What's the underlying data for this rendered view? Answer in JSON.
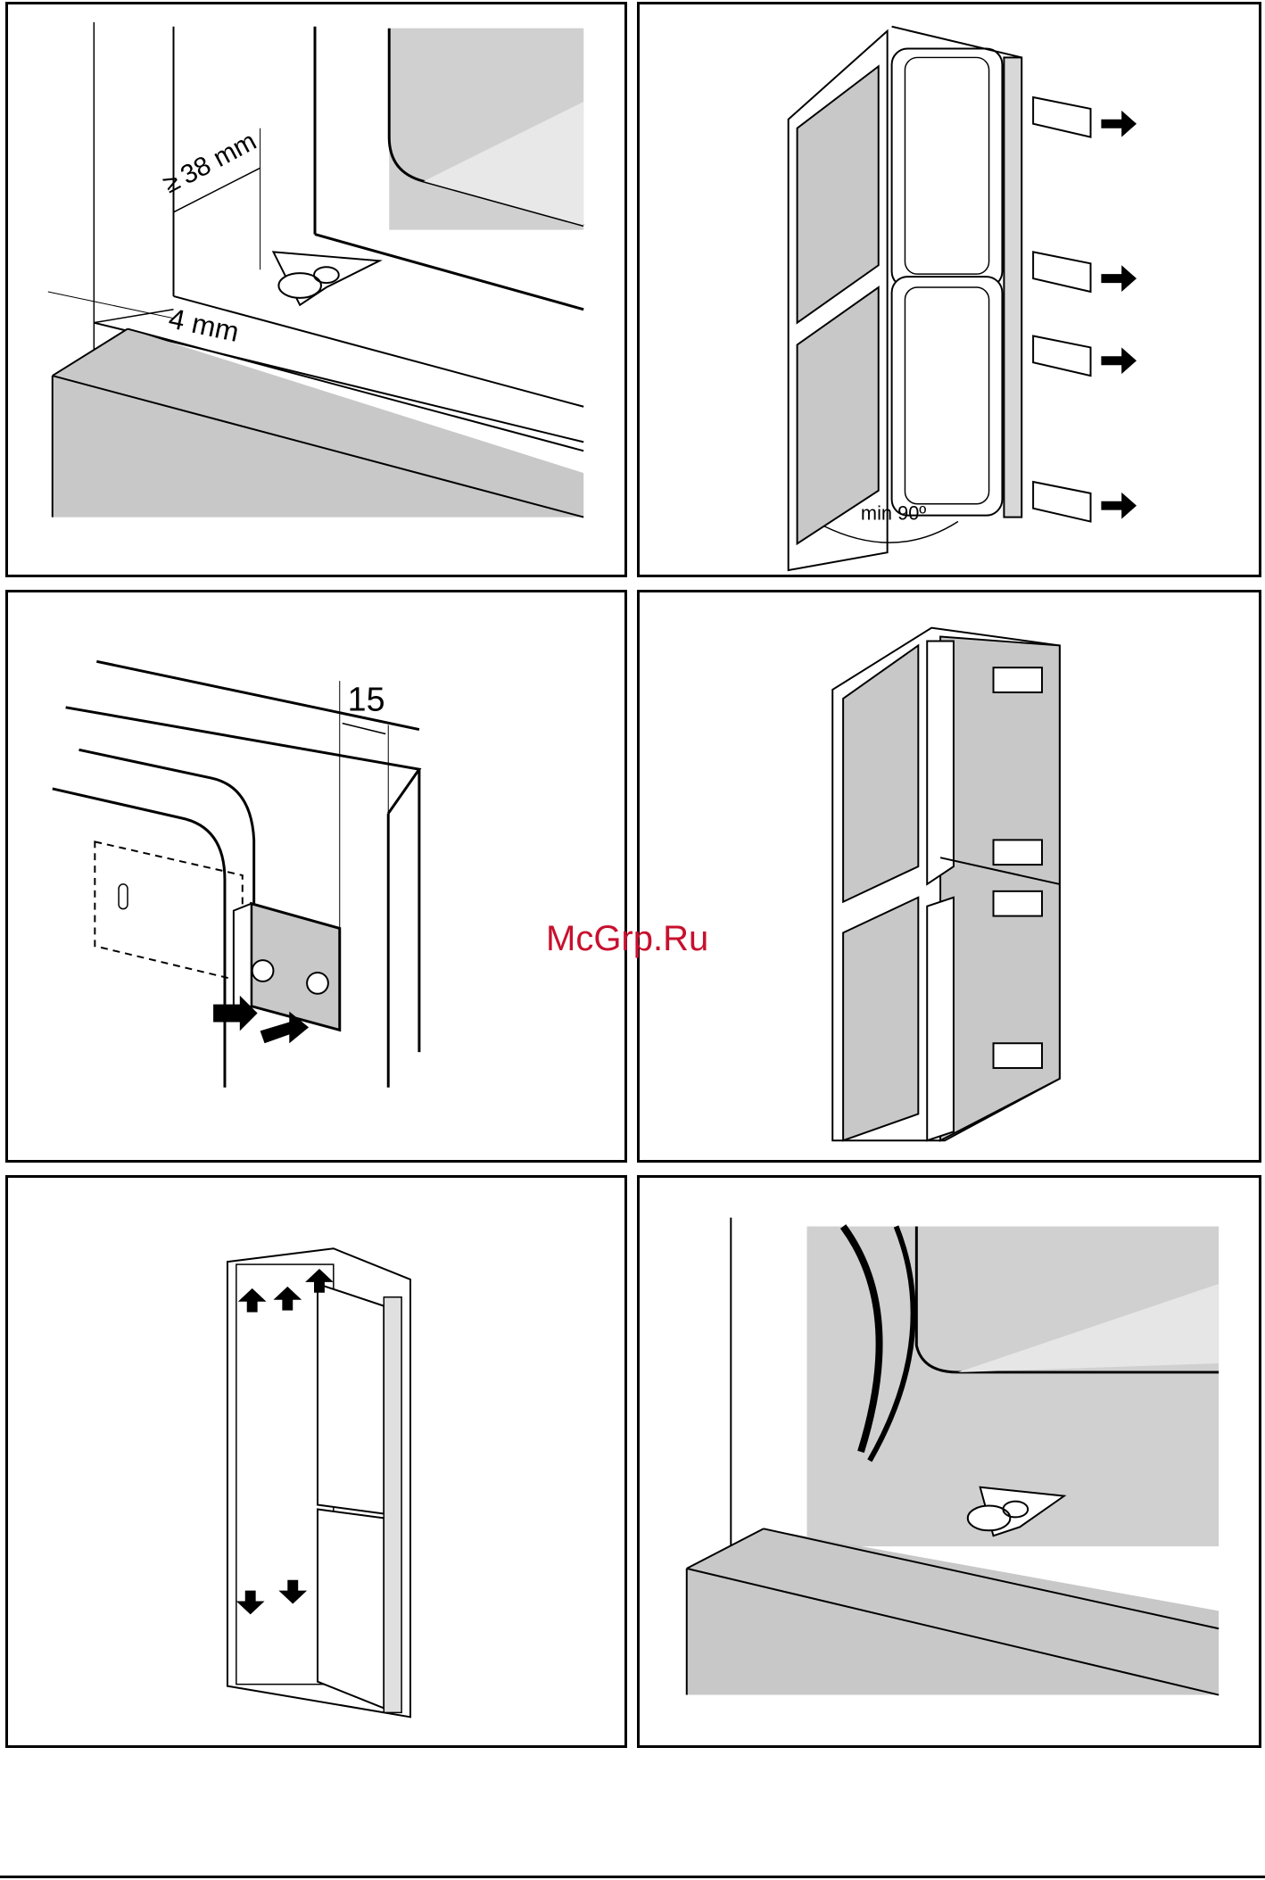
{
  "panels": {
    "p1": {
      "dim_a": "38 mm",
      "dim_a_prefix": "≥",
      "dim_b": "4 mm"
    },
    "p2": {
      "angle_label": "min 90º"
    },
    "p3": {
      "dim": "15"
    }
  },
  "watermark": "McGrp.Ru",
  "colors": {
    "gray": "#c8c8c8",
    "light_gray": "#e6e6e6",
    "watermark": "#c8102e"
  }
}
